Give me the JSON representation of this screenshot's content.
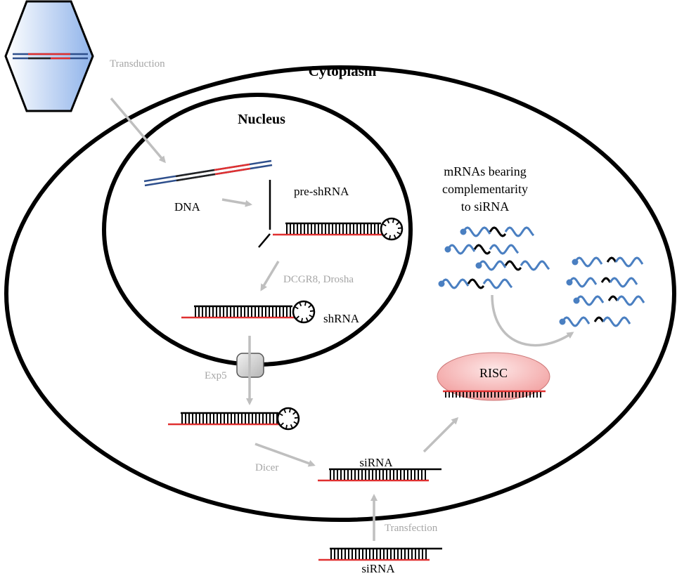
{
  "labels": {
    "cytoplasm": "Cytoplasm",
    "nucleus": "Nucleus",
    "transduction": "Transduction",
    "dna": "DNA",
    "pre_shrna": "pre-shRNA",
    "dcgr8_drosha": "DCGR8, Drosha",
    "shrna": "shRNA",
    "exp5": "Exp5",
    "dicer": "Dicer",
    "sirna_cyto": "siRNA",
    "transfection": "Transfection",
    "sirna_outside": "siRNA",
    "risc": "RISC",
    "mrna_line1": "mRNAs bearing",
    "mrna_line2": "complementarity",
    "mrna_line3": "to siRNA"
  },
  "colors": {
    "strand_red": "#e03030",
    "dna_blue": "#2e4f8c",
    "mrna_blue": "#4a7fc1",
    "arrow_gray": "#bfbfbf",
    "label_gray": "#a6a6a6",
    "risc_fill": "#f5b5b5",
    "virus_fill": "#a9c6f0",
    "exportin_fill": "#d0d0d0"
  }
}
